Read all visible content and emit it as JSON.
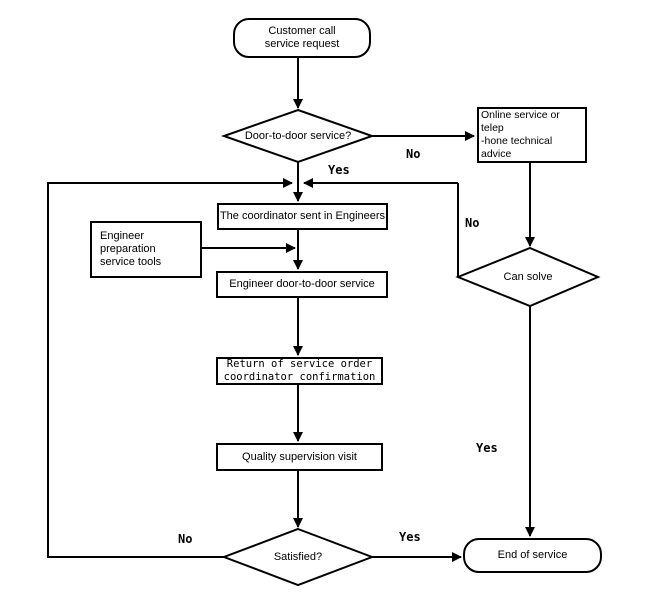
{
  "diagram": {
    "title": "Customer service request flowchart",
    "background": "#ffffff",
    "line_color": "#000000",
    "text_color": "#000000",
    "nodes": {
      "start": {
        "type": "terminator",
        "label": "Customer call\nservice request"
      },
      "door_decision": {
        "type": "decision",
        "label": "Door-to-door service?"
      },
      "online_service": {
        "type": "process",
        "label": "Online service or telep\n-hone technical advice"
      },
      "coordinator": {
        "type": "process",
        "label": "The coordinator sent in Engineers"
      },
      "preparation": {
        "type": "process",
        "label": "Engineer preparation\nservice tools"
      },
      "engineer_service": {
        "type": "process",
        "label": "Engineer door-to-door service"
      },
      "return_order": {
        "type": "process",
        "label": "Return of service order\ncoordinator confirmation"
      },
      "quality_visit": {
        "type": "process",
        "label": "Quality supervision visit"
      },
      "satisfied_decision": {
        "type": "decision",
        "label": "Satisfied?"
      },
      "can_solve_decision": {
        "type": "decision",
        "label": "Can solve"
      },
      "end": {
        "type": "terminator",
        "label": "End of service"
      }
    },
    "edge_labels": {
      "door_no": "No",
      "door_yes": "Yes",
      "can_solve_no": "No",
      "can_solve_yes": "Yes",
      "satisfied_no": "No",
      "satisfied_yes": "Yes"
    }
  }
}
